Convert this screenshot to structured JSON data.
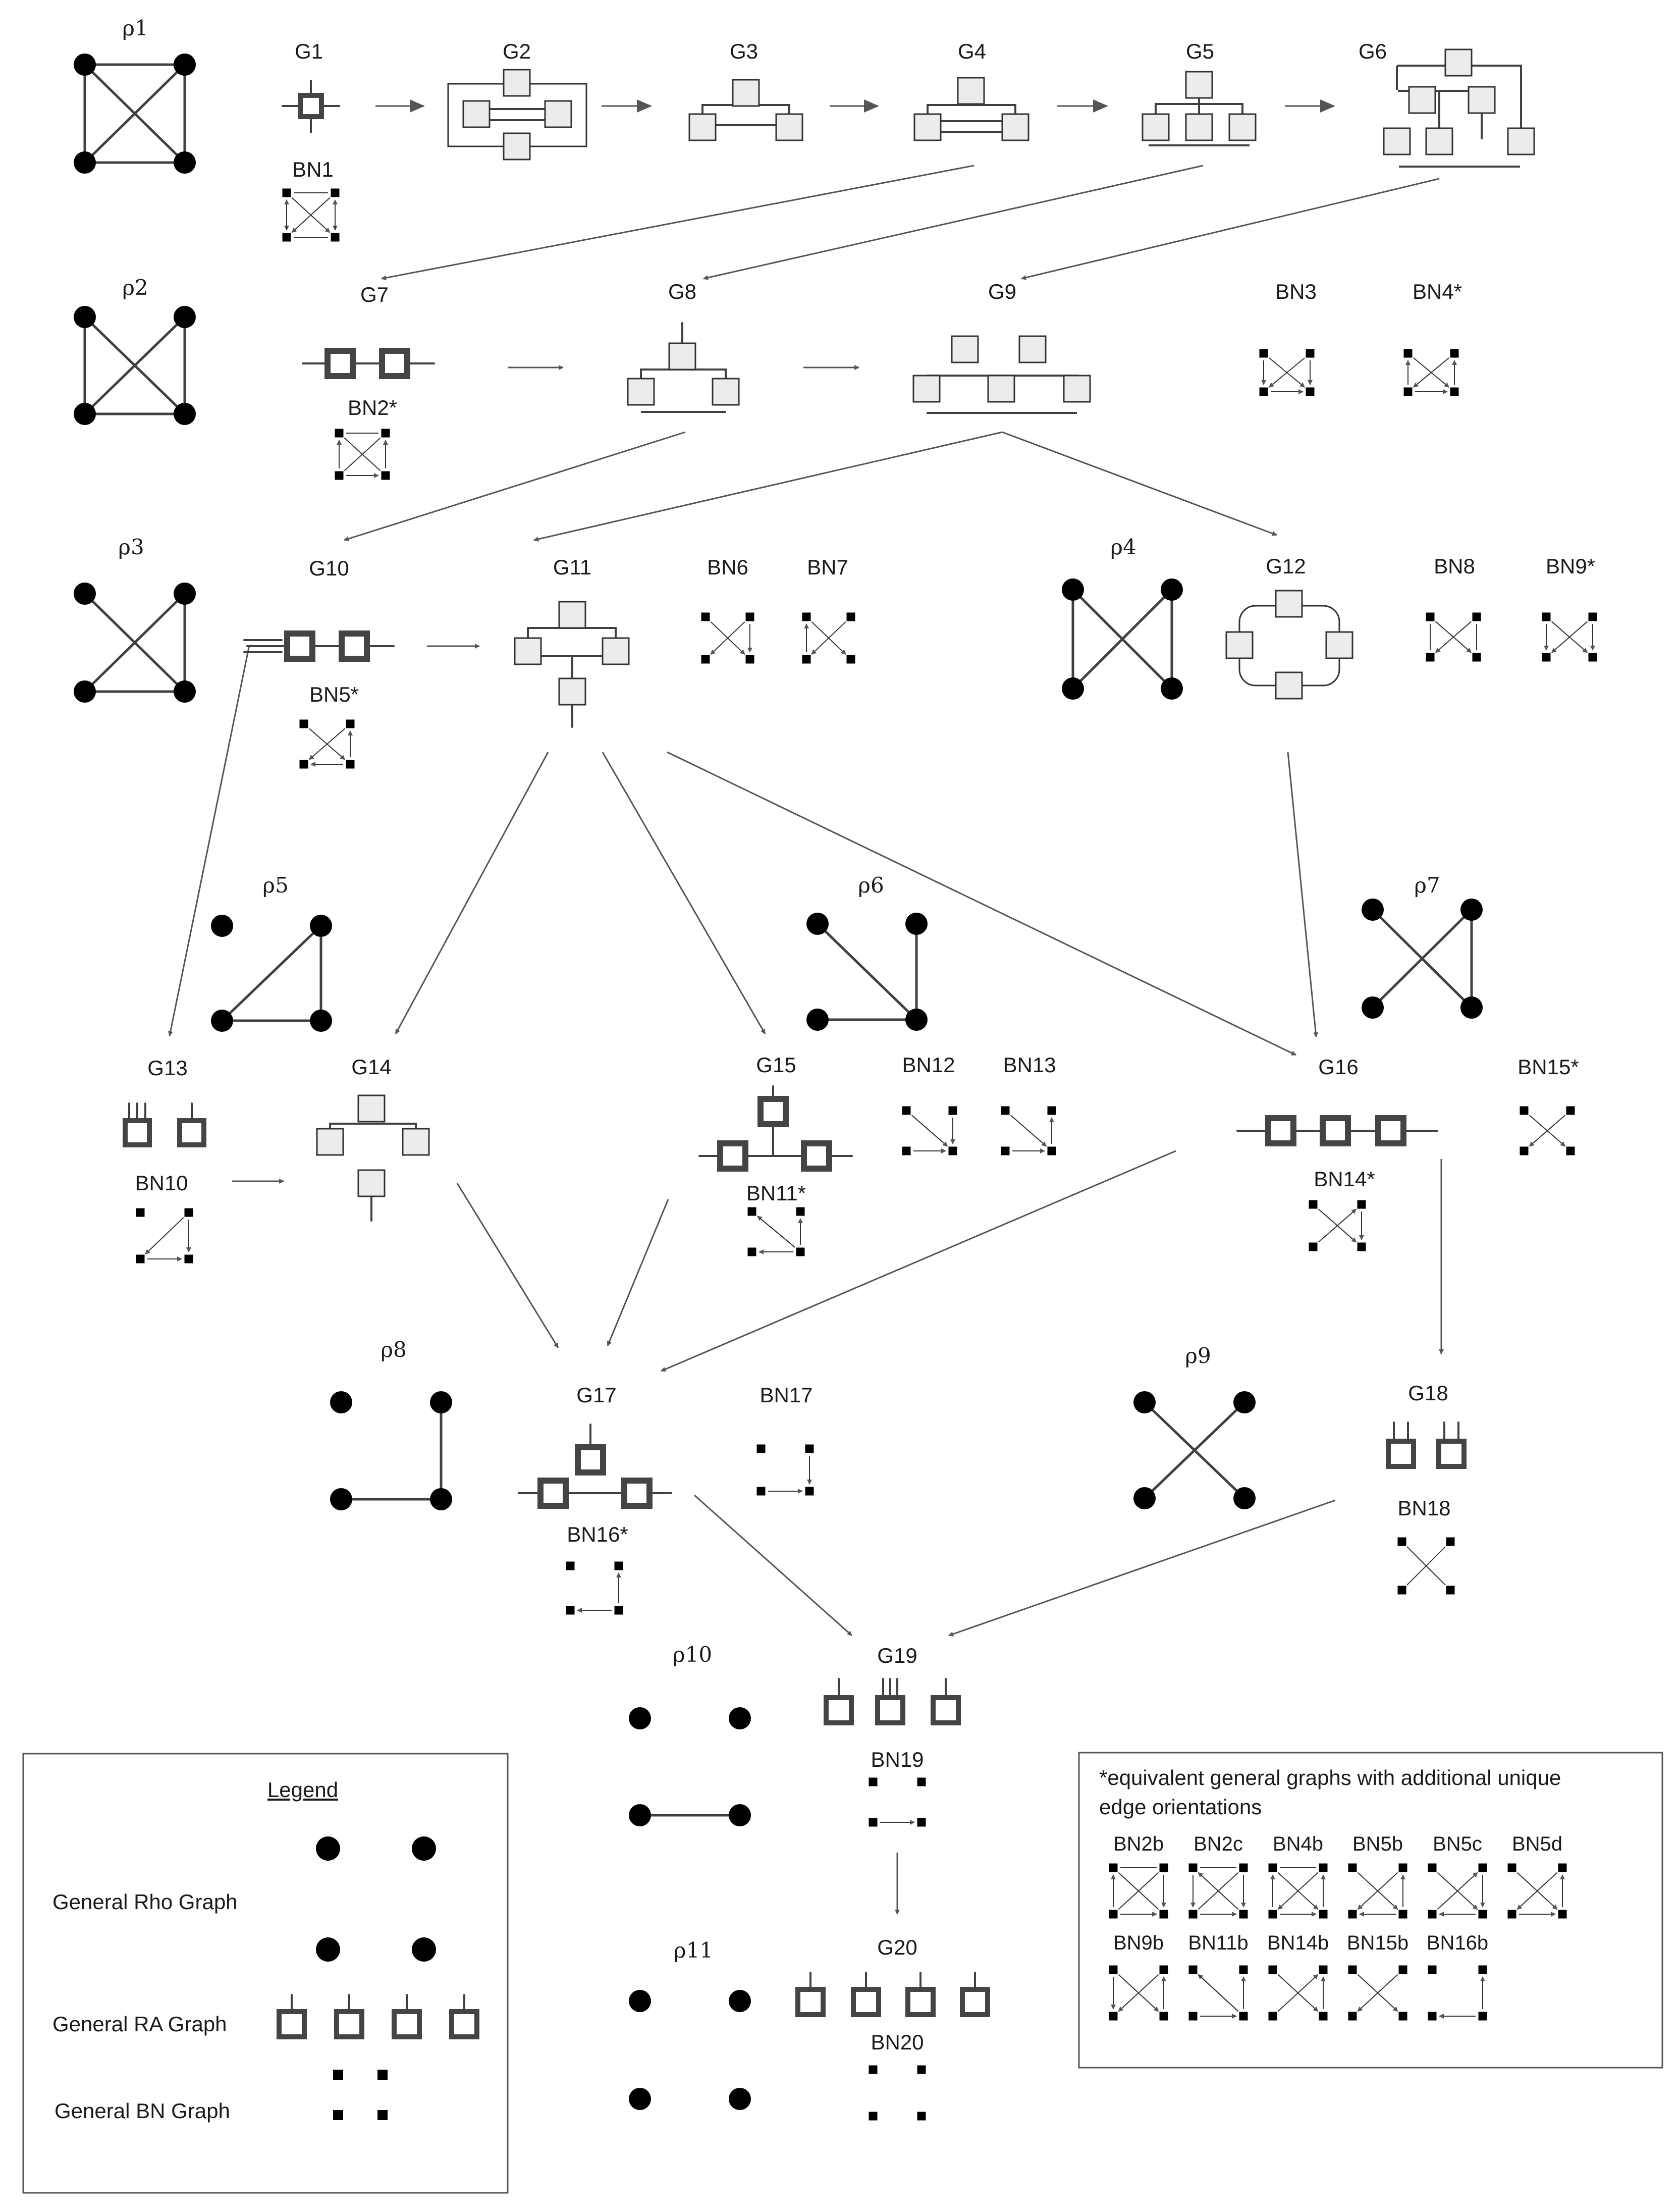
{
  "colors": {
    "ink": "#1a1a1a",
    "edge": "#404040",
    "arrow": "#555555",
    "box_fill": "#ececec",
    "node": "#000000"
  },
  "legend": {
    "title": "Legend",
    "rows": [
      "General Rho Graph",
      "General RA Graph",
      "General BN Graph"
    ]
  },
  "note": {
    "text_line1": "*equivalent general graphs with additional unique",
    "text_line2": "edge orientations",
    "items": [
      "BN2b",
      "BN2c",
      "BN4b",
      "BN5b",
      "BN5c",
      "BN5d",
      "BN9b",
      "BN11b",
      "BN14b",
      "BN15b",
      "BN16b"
    ]
  },
  "labels": {
    "rho1": "ρ1",
    "rho2": "ρ2",
    "rho3": "ρ3",
    "rho4": "ρ4",
    "rho5": "ρ5",
    "rho6": "ρ6",
    "rho7": "ρ7",
    "rho8": "ρ8",
    "rho9": "ρ9",
    "rho10": "ρ10",
    "rho11": "ρ11",
    "G1": "G1",
    "G2": "G2",
    "G3": "G3",
    "G4": "G4",
    "G5": "G5",
    "G6": "G6",
    "G7": "G7",
    "G8": "G8",
    "G9": "G9",
    "G10": "G10",
    "G11": "G11",
    "G12": "G12",
    "G13": "G13",
    "G14": "G14",
    "G15": "G15",
    "G16": "G16",
    "G17": "G17",
    "G18": "G18",
    "G19": "G19",
    "G20": "G20",
    "BN1": "BN1",
    "BN2": "BN2*",
    "BN3": "BN3",
    "BN4": "BN4*",
    "BN5": "BN5*",
    "BN6": "BN6",
    "BN7": "BN7",
    "BN8": "BN8",
    "BN9": "BN9*",
    "BN10": "BN10",
    "BN11": "BN11*",
    "BN12": "BN12",
    "BN13": "BN13",
    "BN14": "BN14*",
    "BN15": "BN15*",
    "BN16": "BN16*",
    "BN17": "BN17",
    "BN18": "BN18",
    "BN19": "BN19",
    "BN20": "BN20"
  }
}
